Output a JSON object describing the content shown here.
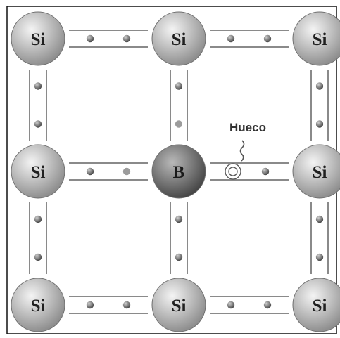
{
  "lattice": {
    "rows": [
      [
        "Si",
        "Si",
        "Si"
      ],
      [
        "Si",
        "B",
        "Si"
      ],
      [
        "Si",
        "Si",
        "Si"
      ]
    ]
  },
  "hole_label": "Hueco",
  "colors": {
    "frame": "#111111",
    "bond_line": "#8a8a8a",
    "si_atom_light": "#f4f4f4",
    "si_atom_dark": "#8e8e8e",
    "b_atom_light": "#b9b9b9",
    "b_atom_dark": "#444444",
    "electron": "#4a4a4a",
    "electron_faded": "#9c9c9c",
    "hole": "#555555",
    "label_text": "#333333"
  }
}
